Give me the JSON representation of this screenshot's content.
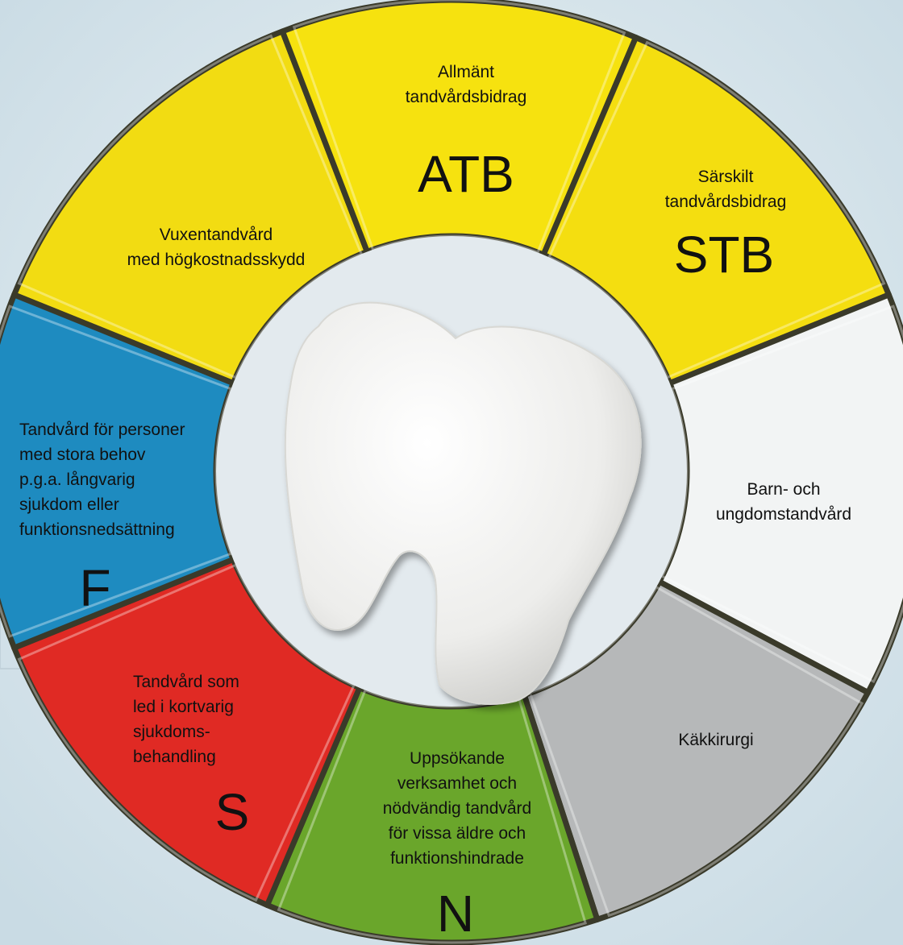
{
  "segments": [
    {
      "id": "vuxen",
      "lines": [
        "Vuxentandvård",
        "med högkostnadsskydd"
      ],
      "code": "",
      "color": "#f2dc12"
    },
    {
      "id": "atb",
      "lines": [
        "Allmänt",
        "tandvårdsbidrag"
      ],
      "code": "ATB",
      "color": "#f6e20f"
    },
    {
      "id": "stb",
      "lines": [
        "Särskilt",
        "tandvårdsbidrag"
      ],
      "code": "STB",
      "color": "#f4de10"
    },
    {
      "id": "barn",
      "lines": [
        "Barn- och",
        "ungdomstandvård"
      ],
      "code": "",
      "color": "#f2f4f4"
    },
    {
      "id": "kak",
      "lines": [
        "Käkkirurgi"
      ],
      "code": "",
      "color": "#b6b8b9"
    },
    {
      "id": "n",
      "lines": [
        "Uppsökande",
        "verksamhet och",
        "nödvändig tandvård",
        "för vissa äldre och",
        "funktionshindrade"
      ],
      "code": "N",
      "color": "#6aa62b"
    },
    {
      "id": "s",
      "lines": [
        "Tandvård som",
        "led i kortvarig",
        "sjukdoms-",
        "behandling"
      ],
      "code": "S",
      "color": "#e02a24"
    },
    {
      "id": "f",
      "lines": [
        "Tandvård för personer",
        "med stora behov",
        "p.g.a. långvarig",
        "sjukdom eller",
        "funktionsnedsättning"
      ],
      "code": "F",
      "color": "#1e8bc0"
    }
  ],
  "center": {
    "icon": "tooth-icon",
    "color": "#f4f4f2"
  },
  "colors": {
    "background": "#d9e6ec",
    "separator": "#3a3a2a"
  }
}
